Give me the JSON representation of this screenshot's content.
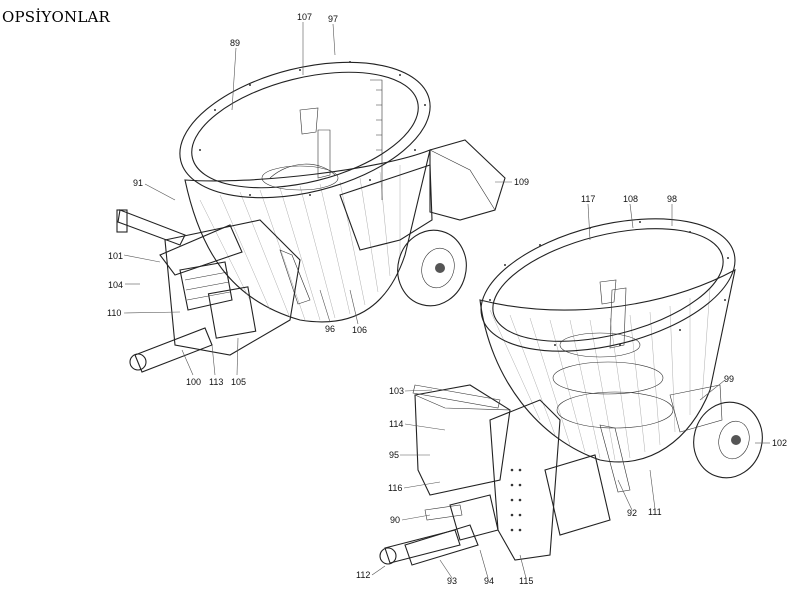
{
  "page": {
    "title": "OPSİYONLAR"
  },
  "callouts": {
    "c107": "107",
    "c97": "97",
    "c89": "89",
    "c109": "109",
    "c91": "91",
    "c101": "101",
    "c104": "104",
    "c110": "110",
    "c96": "96",
    "c106": "106",
    "c100": "100",
    "c113": "113",
    "c105": "105",
    "c117": "117",
    "c108": "108",
    "c98": "98",
    "c103": "103",
    "c99": "99",
    "c114": "114",
    "c95": "95",
    "c102": "102",
    "c116": "116",
    "c92": "92",
    "c111": "111",
    "c90": "90",
    "c112": "112",
    "c93": "93",
    "c94": "94",
    "c115": "115"
  }
}
